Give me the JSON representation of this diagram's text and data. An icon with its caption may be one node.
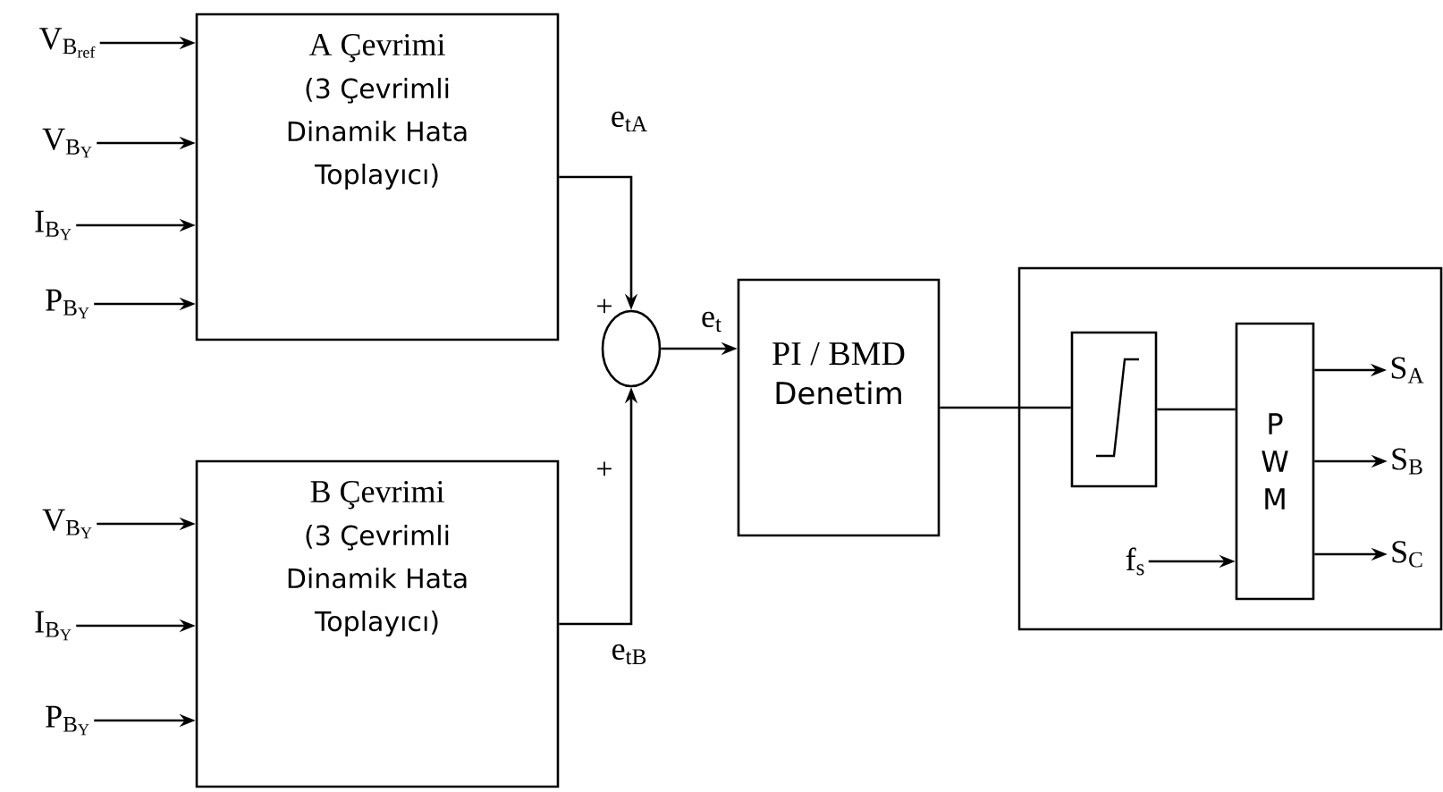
{
  "diagram": {
    "nodes": [
      {
        "text": [
          "A Çevrimi",
          "(3 Çevrimli Dinamik Hata Toplayıcı)"
        ]
      },
      {
        "text": [
          "B Çevrimi",
          "(3 Çevrimli Dinamik Hata Toplayıcı)"
        ]
      },
      {
        "text": [],
        "shape": "circle"
      },
      {
        "text": [
          "PI / BMD",
          "Denetim"
        ]
      },
      {
        "text": [],
        "shape": "box"
      },
      {
        "text": [],
        "shape": "box",
        "in": 4
      },
      {
        "text": [
          "P W M"
        ],
        "in": 4
      },
      {
        "text": [
          "\\mathrm{V_{B_{ref}}}"
        ]
      },
      {
        "text": [
          "\\mathrm{V_{B_{Y}}}"
        ]
      },
      {
        "text": [
          "\\mathrm{I_{B_{Y}}}"
        ]
      },
      {
        "text": [
          "\\mathrm{P_{B_{Y}}}"
        ]
      },
      {
        "text": [
          "\\mathrm{V_{B_{Y}}}"
        ]
      },
      {
        "text": [
          "\\mathrm{I_{B_{Y}}}"
        ]
      },
      {
        "text": [
          "\\mathrm{P_{B_{Y}}}"
        ]
      },
      {
        "text": [
          "\\mathrm{f_{s}}"
        ],
        "in": 4
      },
      {
        "text": [
          "\\mathrm{S_{A}}"
        ],
        "in": 4
      },
      {
        "text": [
          "\\mathrm{S_{B}}"
        ],
        "in": 4
      },
      {
        "text": [
          "\\mathrm{S_{C}}"
        ],
        "in": 4
      }
    ],
    "edges": [
      {
        "from": 7,
        "to": 0,
        "arrow": "to"
      },
      {
        "from": 8,
        "to": 0,
        "arrow": "to"
      },
      {
        "from": 9,
        "to": 0,
        "arrow": "to"
      },
      {
        "from": 10,
        "to": 0,
        "arrow": "to"
      },
      {
        "from": 11,
        "to": 1,
        "arrow": "to"
      },
      {
        "from": 12,
        "to": 1,
        "arrow": "to"
      },
      {
        "from": 13,
        "to": 1,
        "arrow": "to"
      },
      {
        "from": 0,
        "to": 2,
        "arrow": "to",
        "label": "\\mathrm{e_{tA}}"
      },
      {
        "from": 1,
        "to": 2,
        "arrow": "to",
        "label": "\\mathrm{e_{tB}}"
      },
      {
        "from": 2,
        "to": 3,
        "arrow": "to",
        "label": "\\mathrm{e_{t}}"
      },
      {
        "from": 3,
        "to": 5,
        "arrow": "none"
      },
      {
        "from": 5,
        "to": 6,
        "arrow": "none"
      },
      {
        "from": 14,
        "to": 6,
        "arrow": "to"
      },
      {
        "from": 6,
        "to": 15,
        "arrow": "to"
      },
      {
        "from": 6,
        "to": 16,
        "arrow": "to"
      },
      {
        "from": 6,
        "to": 17,
        "arrow": "to"
      }
    ],
    "labels": [
      "+",
      "+"
    ]
  }
}
